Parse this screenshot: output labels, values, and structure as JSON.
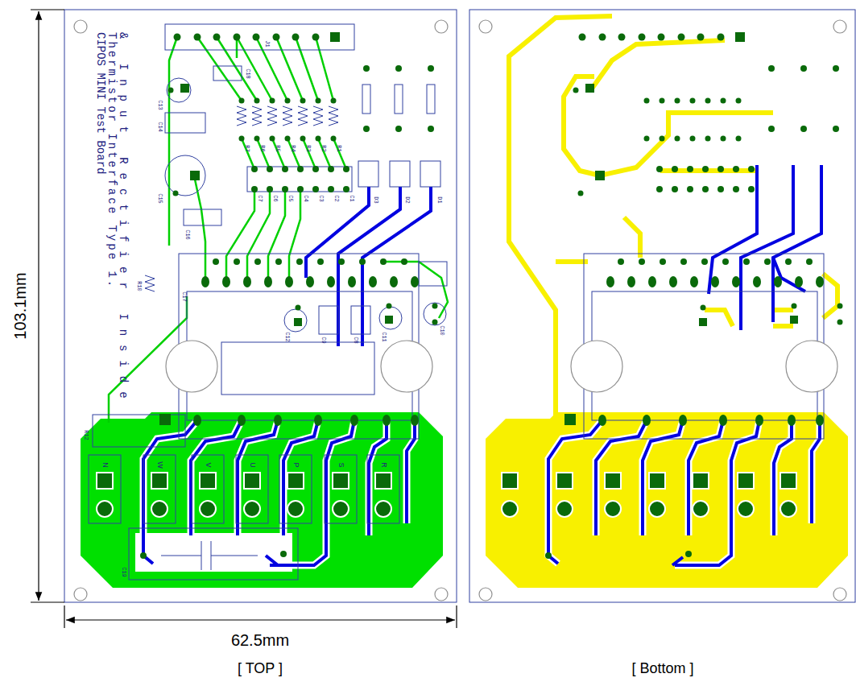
{
  "diagram": {
    "labels": [
      "103.1mm",
      "62.5mm",
      "[ TOP ]",
      "[ Bottom ]",
      "CIPOS MINI Test Board",
      "Thermistor Interface Type 1.",
      "& Input Rectifier Inside",
      "J1",
      "C18",
      "C13",
      "C14",
      "C15",
      "C16",
      "R10",
      "C17",
      "R12",
      "C12",
      "C9",
      "C8",
      "C11",
      "C10",
      "C19",
      "D3",
      "D2",
      "D1",
      "R7",
      "R6",
      "R5",
      "R4",
      "R3",
      "R2",
      "R1",
      "C7",
      "C6",
      "C5",
      "C4",
      "C3",
      "C2",
      "C1",
      "N",
      "W",
      "V",
      "U",
      "P",
      "S",
      "R"
    ]
  }
}
